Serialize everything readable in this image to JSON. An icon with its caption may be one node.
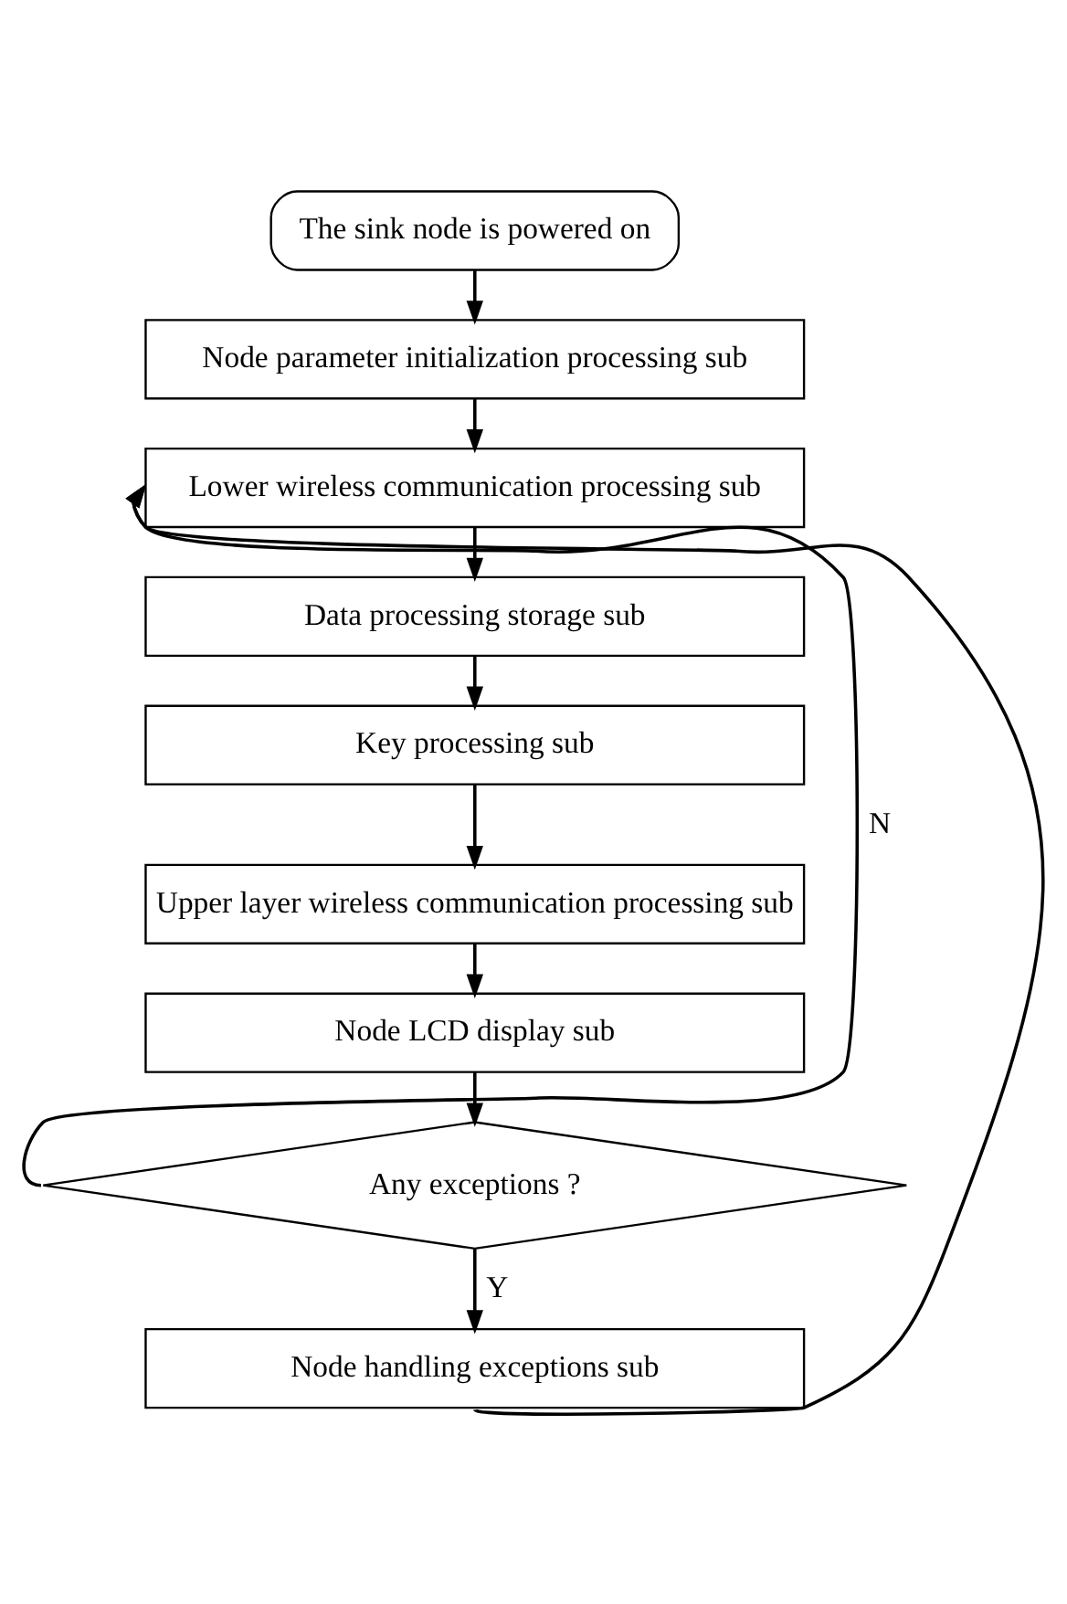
{
  "diagram": {
    "nodes": [
      {
        "text": [
          "The sink node is powered on"
        ]
      },
      {
        "text": [
          "Node parameter initialization processing sub"
        ]
      },
      {
        "text": [
          "Lower wireless communication processing sub"
        ]
      },
      {
        "text": [
          "Data processing storage sub"
        ]
      },
      {
        "text": [
          "Key processing sub"
        ]
      },
      {
        "text": [
          "Upper layer wireless communication processing sub"
        ]
      },
      {
        "text": [
          "Node LCD display sub"
        ]
      },
      {
        "text": [
          "Any exceptions ?"
        ]
      },
      {
        "text": [
          "Node handling exceptions sub"
        ]
      }
    ],
    "edges": [
      {
        "from": 0,
        "to": 1,
        "arrow": "to"
      },
      {
        "from": 1,
        "to": 2,
        "arrow": "to"
      },
      {
        "from": 2,
        "to": 3,
        "arrow": "to"
      },
      {
        "from": 3,
        "to": 4,
        "arrow": "to"
      },
      {
        "from": 4,
        "to": 5,
        "arrow": "to"
      },
      {
        "from": 5,
        "to": 6,
        "arrow": "to"
      },
      {
        "from": 6,
        "to": 7,
        "arrow": "to"
      },
      {
        "from": 7,
        "to": 8,
        "arrow": "to",
        "label": "Y"
      },
      {
        "from": 7,
        "to": 2,
        "arrow": "to",
        "label": "N"
      },
      {
        "from": 8,
        "to": 2,
        "arrow": "to"
      }
    ]
  }
}
